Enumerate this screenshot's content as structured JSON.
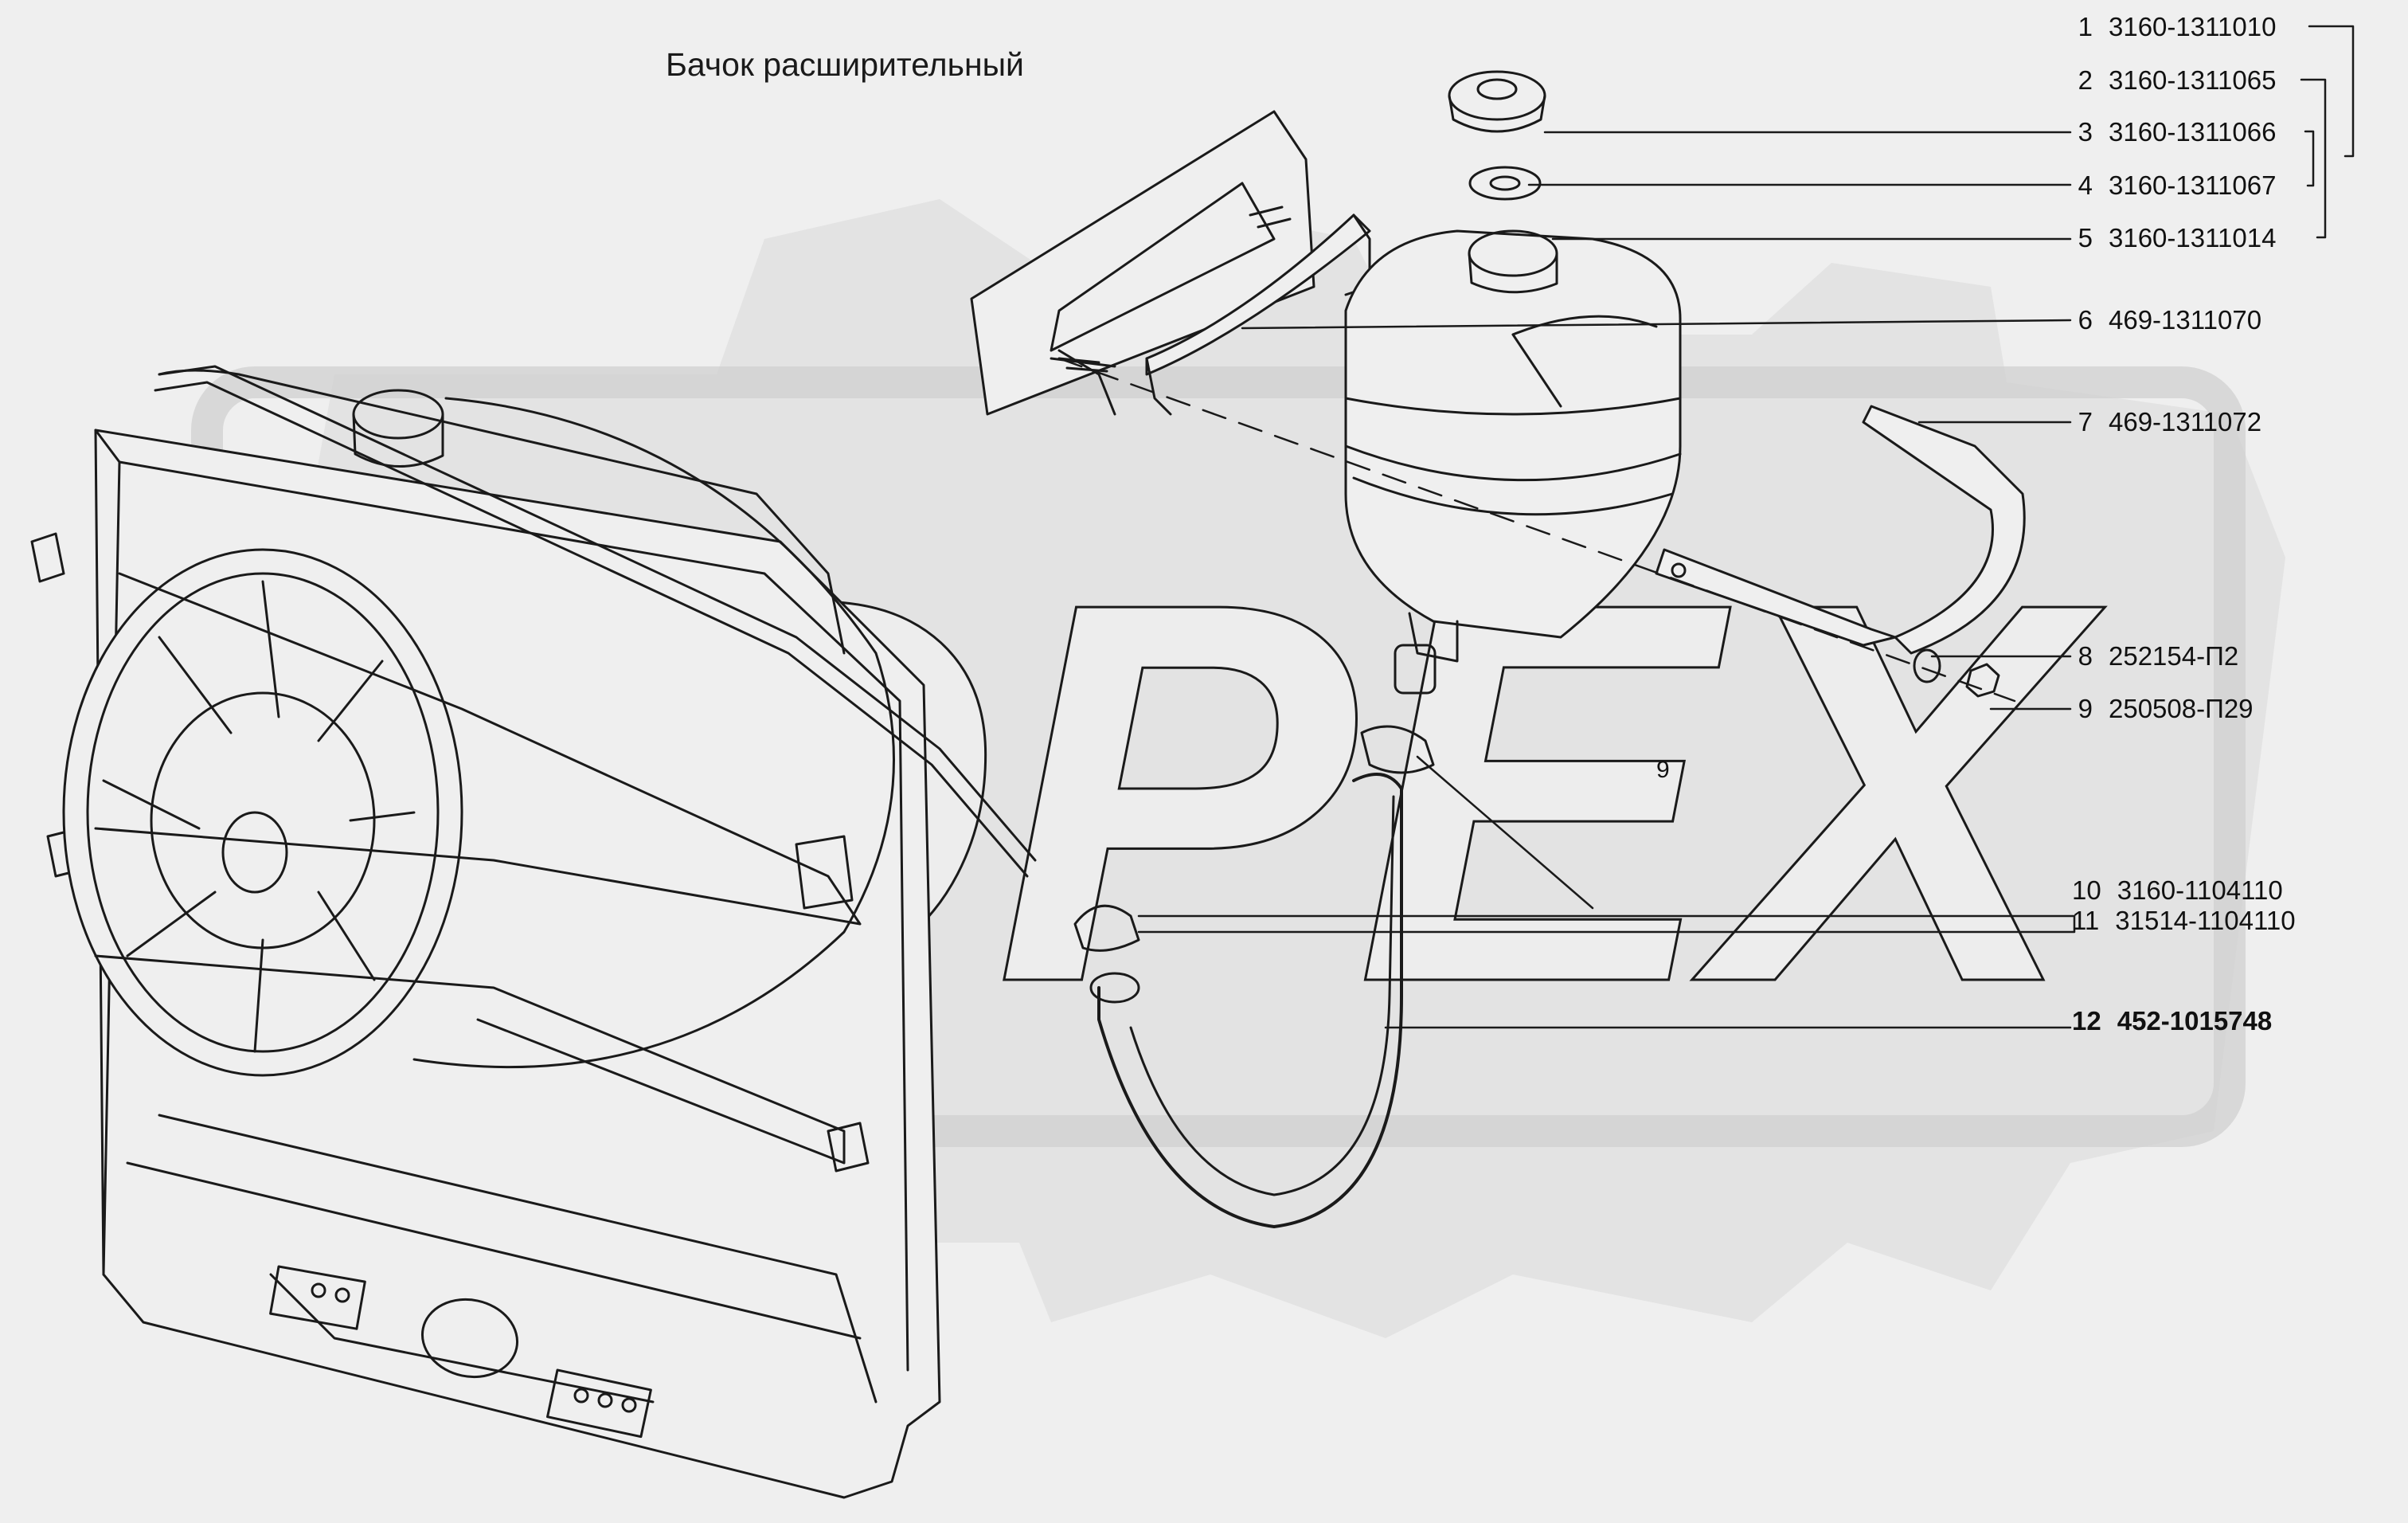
{
  "title": "Бачок расширительный",
  "watermark": "OPEX",
  "colors": {
    "background": "#efefef",
    "watermark": "#d6d6d6",
    "line": "#1a1a1a"
  },
  "parts": [
    {
      "num": "1",
      "code": "3160-1311010",
      "bold": false
    },
    {
      "num": "2",
      "code": "3160-1311065",
      "bold": false
    },
    {
      "num": "3",
      "code": "3160-1311066",
      "bold": false
    },
    {
      "num": "4",
      "code": "3160-1311067",
      "bold": false
    },
    {
      "num": "5",
      "code": "3160-1311014",
      "bold": false
    },
    {
      "num": "6",
      "code": "469-1311070",
      "bold": false
    },
    {
      "num": "7",
      "code": "469-1311072",
      "bold": false
    },
    {
      "num": "8",
      "code": "252154-П2",
      "bold": false
    },
    {
      "num": "9",
      "code": "250508-П29",
      "bold": false
    },
    {
      "num": "10",
      "code": "3160-1104110",
      "bold": false
    },
    {
      "num": "11",
      "code": "31514-1104110",
      "bold": false
    },
    {
      "num": "12",
      "code": "452-1015748",
      "bold": true
    }
  ],
  "stray_label": "9"
}
